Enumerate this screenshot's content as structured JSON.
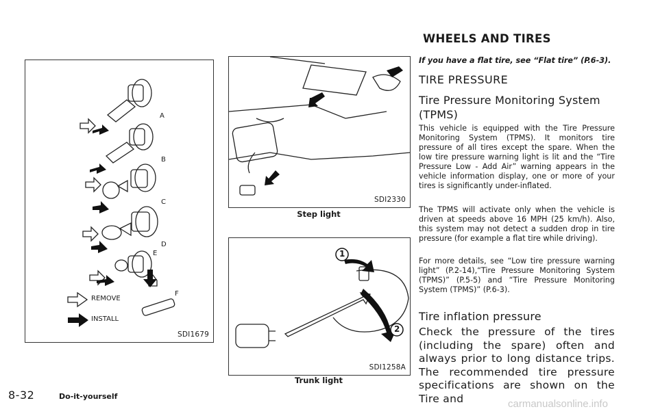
{
  "figures": {
    "bulbs": {
      "code": "SDI1679",
      "labels": [
        "A",
        "B",
        "C",
        "D",
        "E",
        "F"
      ],
      "legend_remove": "REMOVE",
      "legend_install": "INSTALL"
    },
    "step_light": {
      "code": "SDI2330",
      "caption": "Step light"
    },
    "trunk_light": {
      "code": "SDI1258A",
      "caption": "Trunk light",
      "marker1": "1",
      "marker2": "2"
    }
  },
  "content": {
    "section_title": "WHEELS AND TIRES",
    "intro": "If you have a flat tire, see “Flat tire” (P.6-3).",
    "heading_tire_pressure": "TIRE PRESSURE",
    "heading_tpms": "Tire Pressure Monitoring System (TPMS)",
    "para_tpms_1": "This vehicle is equipped with the Tire Pressure Monitoring System (TPMS). It monitors tire pressure of all tires except the spare. When the low tire pressure warning light is lit and the “Tire Pressure Low - Add Air” warning appears in the vehicle information display, one or more of your tires is significantly under-inflated.",
    "para_tpms_2": "The TPMS will activate only when the vehicle is driven at speeds above 16 MPH (25 km/h). Also, this system may not detect a sudden drop in tire pressure (for example a flat tire while driving).",
    "para_tpms_3": "For more details, see “Low tire pressure warning light” (P.2-14),“Tire Pressure Monitoring System (TPMS)” (P.5-5) and “Tire Pressure Monitoring System (TPMS)” (P.6-3).",
    "heading_inflation": "Tire inflation pressure",
    "para_inflation": "Check the pressure of the tires (including the spare) often and always prior to long distance trips. The recommended tire pressure specifications are shown on the Tire and"
  },
  "footer": {
    "page_number": "8-32",
    "chapter": "Do-it-yourself",
    "watermark": "carmanualsonline.info"
  }
}
